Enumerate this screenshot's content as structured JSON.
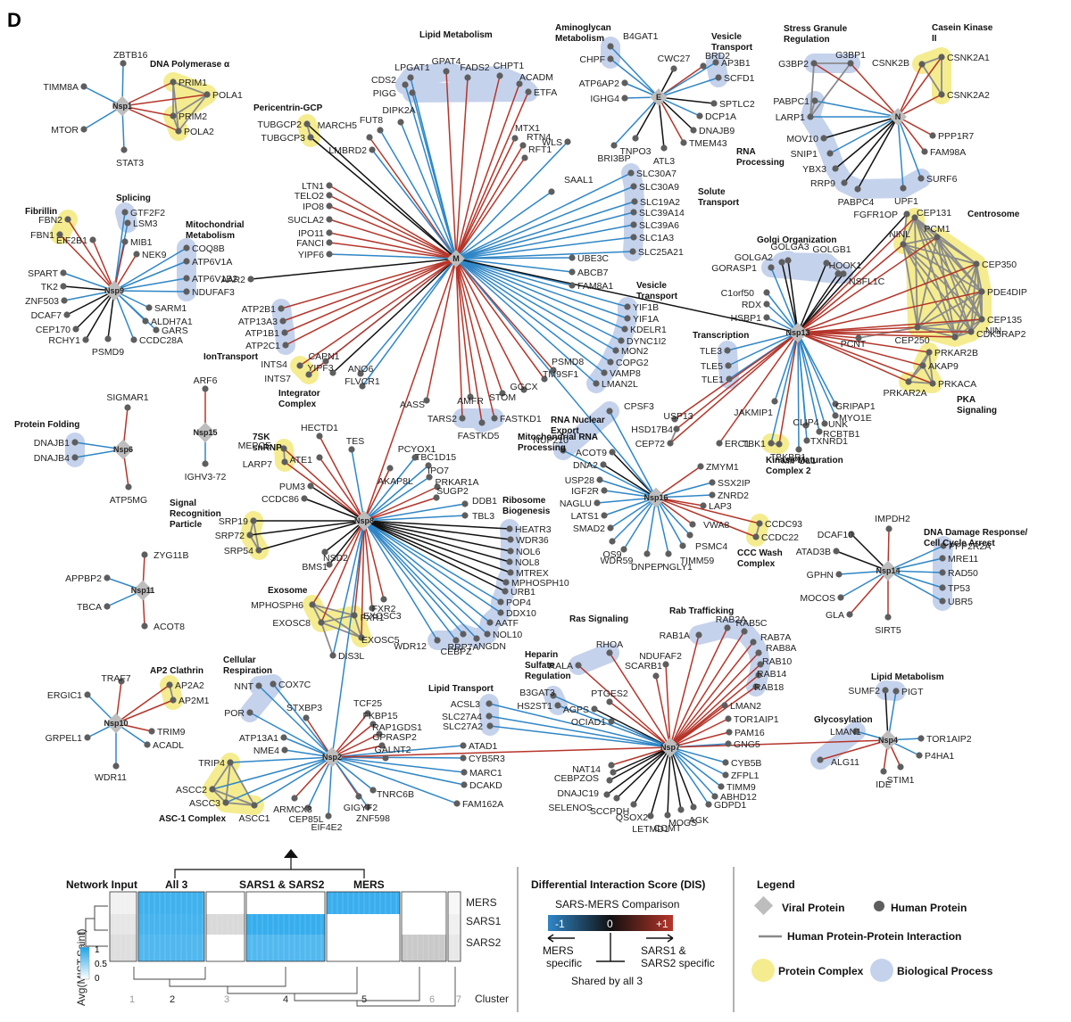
{
  "panel_letter": "D",
  "colors": {
    "mers_specific": "#2f86c6",
    "shared": "#111111",
    "sars_specific": "#b5352a",
    "ppi": "#8a8a8a",
    "complex_halo": "#f4ec8f",
    "process_halo": "#c5d2ec",
    "viral": "#bdbdbd",
    "human": "#5e5e5e"
  },
  "viral_proteins": [
    "Nsp1",
    "E",
    "N",
    "M",
    "Nsp9",
    "Nsp13",
    "Nsp6",
    "Nsp15",
    "Nsp8",
    "Nsp16",
    "Nsp14",
    "Nsp11",
    "Nsp10",
    "Nsp2",
    "Nsp7",
    "Nsp4"
  ],
  "annotations": [
    "DNA Polymerase α",
    "Pericentrin-GCP",
    "Lipid Metabolism",
    "Aminoglycan Metabolism",
    "Vesicle Transport",
    "Stress Granule Regulation",
    "Casein Kinase II",
    "RNA Processing",
    "Solute Transport",
    "Fibrillin",
    "Splicing",
    "Mitochondrial Metabolism",
    "Golgi Organization",
    "Centrosome",
    "Vesicle Transport",
    "Transcription",
    "IonTransport",
    "Integrator Complex",
    "Mitochondrial RNA Processing",
    "RNA Nuclear Export",
    "PKA Signaling",
    "Kinase Maturation Complex 2",
    "Protein Folding",
    "7SK snRNP",
    "Ribosome Biogenesis",
    "Signal Recognition Particle",
    "CCC Wash Complex",
    "DNA Damage Response/ Cell Cycle Arrest",
    "Exosome",
    "Ras Signaling",
    "Rab Trafficking",
    "Cellular Respiration",
    "Heparin Sulfate Regulation",
    "Lipid Transport",
    "AP2 Clathrin",
    "Lipid Metabolism",
    "Glycosylation",
    "ASC-1 Complex"
  ],
  "networks": {
    "Nsp1": [
      "ZBTB16",
      "TIMM8A",
      "MTOR",
      "STAT3",
      "PRIM1",
      "POLA1",
      "PRIM2",
      "POLA2"
    ],
    "E": [
      "B4GAT1",
      "CHPF",
      "CWC27",
      "BRD2",
      "AP3B1",
      "SCFD1",
      "ATP6AP2",
      "IGHG4",
      "SPTLC2",
      "DCP1A",
      "DNAJB9",
      "TMEM43",
      "ATL3",
      "TNPO3",
      "BRI3BP"
    ],
    "N": [
      "G3BP1",
      "G3BP2",
      "CSNK2B",
      "CSNK2A1",
      "CSNK2A2",
      "PABPC1",
      "LARP1",
      "MOV10",
      "SNIP1",
      "YBX3",
      "RRP9",
      "PABPC4",
      "UPF1",
      "SURF6",
      "PPP1R7",
      "FAM98A"
    ],
    "M": [
      "LPGAT1",
      "GPAT4",
      "FADS2",
      "CHPT1",
      "CDS2",
      "ACADM",
      "PIGG",
      "ETFA",
      "DIPK2A",
      "FUT8",
      "MARCH5",
      "LMBRD2",
      "MTX1",
      "RTN4",
      "RFT1",
      "WLS",
      "SAAL1",
      "LTN1",
      "TELO2",
      "IPO8",
      "SUCLA2",
      "IPO11",
      "FANCI",
      "YIPF6",
      "SLC30A7",
      "SLC30A9",
      "SLC19A2",
      "SLC39A14",
      "SLC39A6",
      "SLC1A3",
      "SLC25A21",
      "UBE3C",
      "ABCB7",
      "FAM8A1",
      "AAR2",
      "ATP2B1",
      "ATP13A3",
      "ATP1B1",
      "ATP2C1",
      "CAPN1",
      "YIPF3",
      "ANO6",
      "FLVCR1",
      "INTS4",
      "INTS7",
      "AASS",
      "AMFR",
      "STOM",
      "GGCX",
      "PSMD8",
      "TM9SF1",
      "YIF1B",
      "YIF1A",
      "KDELR1",
      "DYNC1I2",
      "MON2",
      "COPG2",
      "VAMP8",
      "LMAN2L",
      "TARS2",
      "FASTKD1",
      "FASTKD5"
    ],
    "Nsp9": [
      "FBN1",
      "FBN2",
      "GTF2F2",
      "LSM3",
      "EIF2B1",
      "MIB1",
      "NEK9",
      "COQ8B",
      "ATP6V1A",
      "ATP6V1B2",
      "NDUFAF3",
      "SPART",
      "TK2",
      "ZNF503",
      "DCAF7",
      "CEP170",
      "RCHY1",
      "PSMD9",
      "GARS",
      "CCDC28A",
      "SARM1",
      "ALDH7A1"
    ],
    "Nsp13": [
      "FGFR1OP",
      "CEP131",
      "NINL",
      "PCM1",
      "CEP350",
      "PDE4DIP",
      "CEP135",
      "NIN",
      "CDK5RAP2",
      "CEP250",
      "PCNT",
      "GOLGA3",
      "GOLGA2",
      "GOLGB1",
      "HOOK1",
      "GORASP1",
      "NSFL1C",
      "C1orf50",
      "RDX",
      "HSBP1",
      "TLE3",
      "TLE5",
      "TLE1",
      "PRKAR2B",
      "AKAP9",
      "PRKACA",
      "PRKAR2A",
      "JAKMIP1",
      "GRIPAP1",
      "MYO1E",
      "UNK",
      "RCBTB1",
      "TXNRD1",
      "MIPOL1",
      "CLIP4",
      "TBK1",
      "TBKBP1",
      "ERC1",
      "USP13",
      "HSD17B4",
      "CEP72"
    ],
    "Nsp6": [
      "SIGMAR1",
      "DNAJB1",
      "DNAJB4",
      "ATP5MG"
    ],
    "Nsp15": [
      "ARF6",
      "IGHV3-72"
    ],
    "Nsp8": [
      "MEPCE",
      "LARP7",
      "HECTD1",
      "ATE1",
      "TES",
      "AKAP8L",
      "PCYOX1",
      "TBC1D15",
      "IPO7",
      "PRKAR1A",
      "SUGP2",
      "DDB1",
      "TBL3",
      "PUM3",
      "CCDC86",
      "SRP19",
      "SRP72",
      "SRP54",
      "NSD2",
      "BMS1",
      "HEATR3",
      "WDR36",
      "NOL6",
      "NOL8",
      "MTREX",
      "MPHOSPH10",
      "URB1",
      "POP4",
      "DDX10",
      "AATF",
      "NOL10",
      "NGDN",
      "RRP7A",
      "CEBPZ",
      "WDR12",
      "MPHOSPH6",
      "EXOSC8",
      "EXOSC3",
      "EXOSC5",
      "FXR1",
      "FXR2",
      "DIS3L"
    ],
    "Nsp16": [
      "CPSF3",
      "NUP210",
      "ACOT9",
      "DNA2",
      "USP28",
      "IGF2R",
      "NAGLU",
      "LATS1",
      "SMAD2",
      "OS9",
      "WDR59",
      "DNPEP",
      "NGLY1",
      "TIMM59",
      "PSMC4",
      "VWA8",
      "LAP3",
      "ZNRD2",
      "SSX2IP",
      "ZMYM1",
      "CCDC93",
      "CCDC22"
    ],
    "Nsp14": [
      "IMPDH2",
      "DCAF10",
      "ATAD3B",
      "GPHN",
      "MOCOS",
      "GLA",
      "SIRT5",
      "PPP2R2A",
      "MRE11",
      "RAD50",
      "TP53",
      "UBR5"
    ],
    "Nsp11": [
      "ZYG11B",
      "APPBP2",
      "TBCA",
      "ACOT8"
    ],
    "Nsp10": [
      "ERGIC1",
      "TRAF7",
      "AP2A2",
      "AP2M1",
      "GRPEL1",
      "TRIM9",
      "ACADL",
      "WDR11"
    ],
    "Nsp2": [
      "NNT",
      "COX7C",
      "POR",
      "STXBP3",
      "TCF25",
      "FKBP15",
      "RAP1GDS1",
      "GPRASP2",
      "GALNT2",
      "ATP13A1",
      "NME4",
      "TRIP4",
      "ASCC2",
      "ASCC3",
      "ASCC1",
      "ARMCX3",
      "CEP85L",
      "EIF4E2",
      "GIGYF2",
      "ZNF598",
      "TNRC6B",
      "DCAKD",
      "MARC1",
      "CYB5R3",
      "ATAD1",
      "FAM162A"
    ],
    "Nsp7": [
      "RHOA",
      "RALA",
      "NDUFAF2",
      "SCARB1",
      "RAB1A",
      "RAB2A",
      "RAB5C",
      "RAB7A",
      "RAB8A",
      "RAB10",
      "RAB14",
      "RAB18",
      "PTGES2",
      "AGPS",
      "OCIAD1",
      "B3GAT3",
      "HS2ST1",
      "ACSL3",
      "SLC27A4",
      "SLC27A2",
      "LMAN2",
      "TOR1AIP1",
      "PAM16",
      "GNG5",
      "CYB5B",
      "ZFPL1",
      "TIMM9",
      "ABHD12",
      "GDPD1",
      "AGK",
      "MOGS",
      "COMT",
      "LETMD1",
      "QSOX2",
      "SCCPDH",
      "SELENOS",
      "DNAJC19",
      "CEBPZOS",
      "NAT14"
    ],
    "Nsp4": [
      "SUMF2",
      "PIGT",
      "LMAN1",
      "TOR1AIP2",
      "ALG11",
      "IDE",
      "STIM1",
      "P4HA1"
    ]
  },
  "heatmap": {
    "network_input_label": "Network Input",
    "group_labels": [
      "All 3",
      "SARS1 & SARS2",
      "MERS"
    ],
    "row_labels": [
      "MERS",
      "SARS1",
      "SARS2"
    ],
    "colorbar_label": "Avg(MIST,Saint)",
    "colorbar_ticks": [
      "1",
      "0.5",
      "0"
    ],
    "clusters": [
      "1",
      "2",
      "3",
      "4",
      "5",
      "6",
      "7"
    ],
    "cluster_label": "Cluster"
  },
  "dis_legend": {
    "title": "Differential Interaction Score (DIS)",
    "subtitle": "SARS-MERS Comparison",
    "scale": [
      "-1",
      "0",
      "+1"
    ],
    "left_label": "MERS specific",
    "right_label": "SARS1 & SARS2 specific",
    "bottom_label": "Shared by all 3"
  },
  "legend": {
    "title": "Legend",
    "viral": "Viral Protein",
    "human": "Human Protein",
    "ppi": "Human Protein-Protein Interaction",
    "complex": "Protein Complex",
    "process": "Biological Process"
  }
}
